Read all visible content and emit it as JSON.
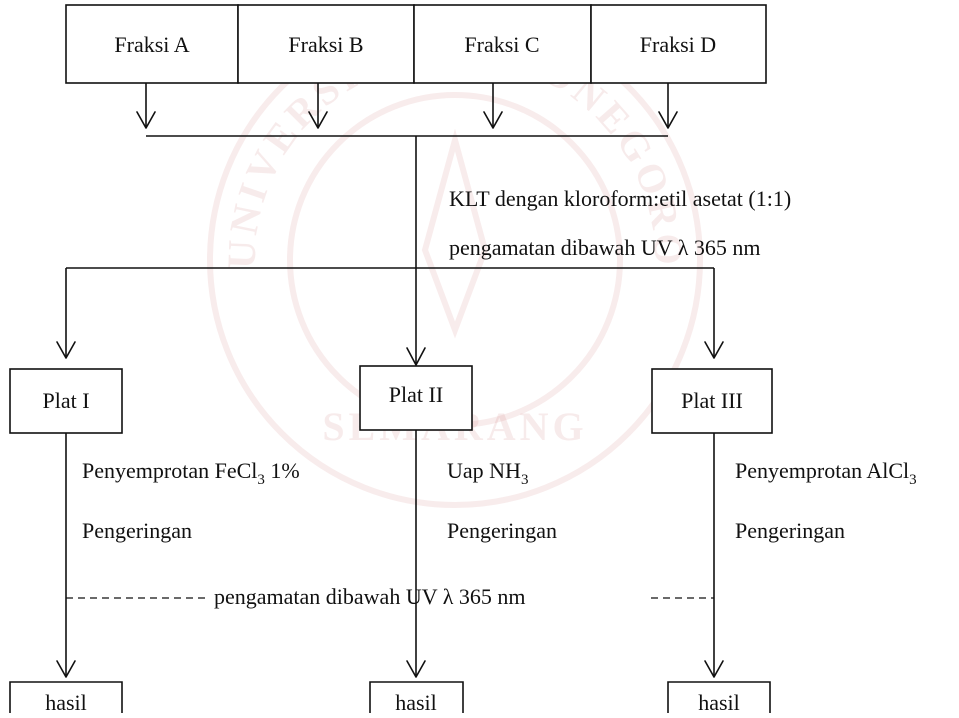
{
  "fractions": [
    "Fraksi A",
    "Fraksi B",
    "Fraksi C",
    "Fraksi D"
  ],
  "klt_line1": "KLT dengan kloroform:etil asetat (1:1)",
  "klt_line2": "pengamatan dibawah UV λ 365 nm",
  "plates": [
    "Plat I",
    "Plat II",
    "Plat III"
  ],
  "branch1": {
    "spray_prefix": "Penyemprotan FeCl",
    "spray_sub": "3",
    "spray_suffix": " 1%",
    "drying": "Pengeringan"
  },
  "branch2": {
    "vapor_prefix": "Uap NH",
    "vapor_sub": "3",
    "drying": "Pengeringan"
  },
  "branch3": {
    "spray_prefix": "Penyemprotan AlCl",
    "spray_sub": "3",
    "drying": "Pengeringan"
  },
  "uv_observation": "pengamatan dibawah UV λ 365 nm",
  "results": [
    "hasil",
    "hasil",
    "hasil"
  ],
  "watermark": {
    "top_text": "UNIVERSITAS DIPONEGORO",
    "bottom_text": "SEMARANG",
    "color": "#b03030"
  }
}
